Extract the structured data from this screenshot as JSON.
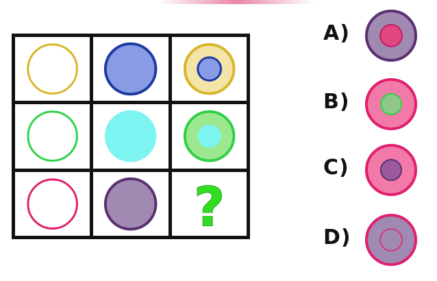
{
  "puzzle": {
    "question_mark": "?",
    "colors": {
      "gold": "#d9b52a",
      "gold_fill": "#f3e4a8",
      "blue": "#1c3aa0",
      "blue_fill": "#8a9be6",
      "green": "#32d04a",
      "green_fill": "#9ce88f",
      "cyan": "#7ef4f2",
      "magenta": "#e0206e",
      "purple": "#5b2f72",
      "lavender": "#a08ab2",
      "pink_fill": "#f27aa8"
    }
  },
  "answers": [
    {
      "label": "A)"
    },
    {
      "label": "B)"
    },
    {
      "label": "C)"
    },
    {
      "label": "D)"
    }
  ]
}
